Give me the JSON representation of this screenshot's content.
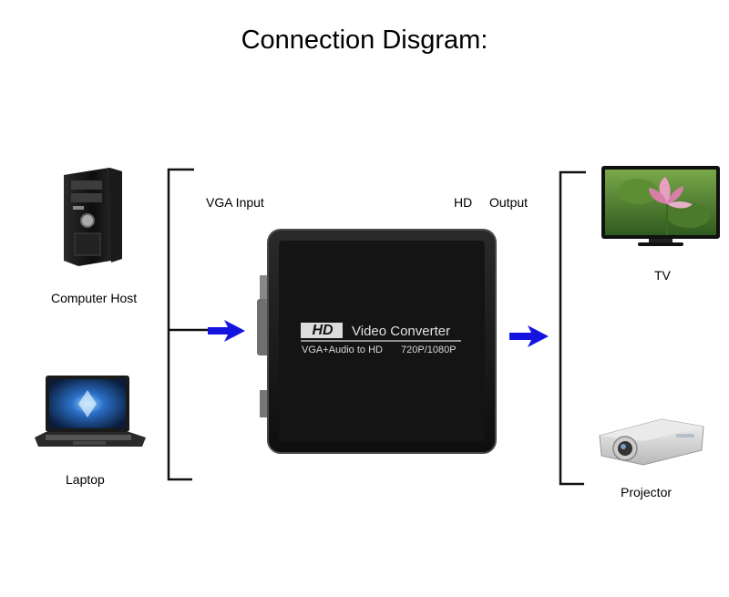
{
  "title": "Connection Disgram:",
  "labels": {
    "vga_input": "VGA Input",
    "hd": "HD",
    "output": "Output",
    "computer_host": "Computer Host",
    "laptop": "Laptop",
    "tv": "TV",
    "projector": "Projector"
  },
  "device": {
    "logo_text": "HD",
    "name": "Video Converter",
    "subtitle_left": "VGA+Audio to HD",
    "subtitle_right": "720P/1080P"
  },
  "colors": {
    "arrow": "#1414e0",
    "bracket": "#111111",
    "device_body": "#1c1c1c",
    "device_edge": "#3a3a3a"
  },
  "icons": [
    "computer-tower-icon",
    "laptop-icon",
    "tv-icon",
    "projector-icon",
    "arrow-right-icon"
  ]
}
